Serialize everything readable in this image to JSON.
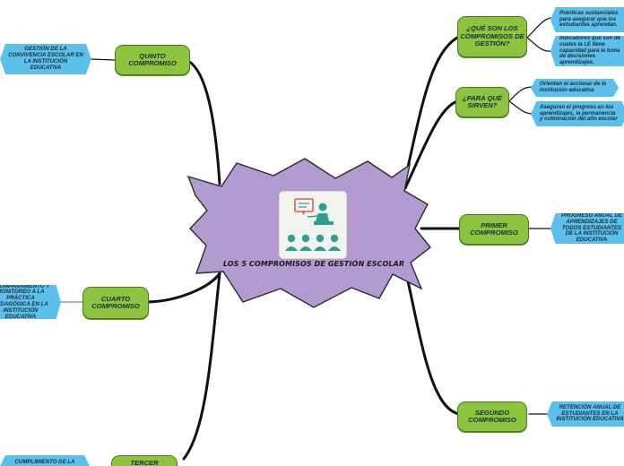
{
  "center": {
    "title": "LOS 5 COMPROMISOS DE GESTIÓN ESCOLAR",
    "icon": "presentation-teacher-audience-icon"
  },
  "colors": {
    "star_fill": "#b39ad1",
    "star_stroke": "#2b2b2b",
    "topic_fill": "#8dc43f",
    "leaf_fill": "#5bc0eb",
    "line": "#111111"
  },
  "topics": {
    "que_son": {
      "label": "¿QUÉ SON LOS COMPROMISOS DE GESTIÓN?"
    },
    "para_que": {
      "label": "¿PARA QUÉ SIRVEN?"
    },
    "primero": {
      "label": "PRIMER COMPROMISO"
    },
    "segundo": {
      "label": "SEGUNDO COMPROMISO"
    },
    "quinto": {
      "label": "QUINTO COMPROMISO"
    },
    "cuarto": {
      "label": "CUARTO COMPROMISO"
    },
    "tercero": {
      "label": "TERCER"
    }
  },
  "leaves": {
    "que_son_1": "Prácticas sustanciales para asegurar que los estudiantes aprendan.",
    "que_son_2": "Indicadores que son de cuales la I.E tiene capacidad para la toma de decisiones aprendizajes.",
    "para_que_1": "Orientan el accionar de la institución educativa",
    "para_que_2": "Aseguran el progreso en los aprendizajes, la permanencia y culminación del año escolar",
    "primero_1": "PROGRESO ANUAL DE APRENDIZAJES DE TODOS ESTUDIANTES DE LA INSTITUCIÓN EDUCATIVA",
    "segundo_1": "RETENCIÓN ANUAL DE ESTUDIANTES EN LA INSTITUCIÓN EDUCATIVA",
    "quinto_1": "GESTIÓN DE LA CONVIVENCIA ESCOLAR EN LA INSTITUCIÓN EDUCATIVA",
    "cuarto_1": "ACOMPAÑAMIENTO Y MONITOREO A LA PRÁCTICA PEDAGÓGICA EN LA INSTITUCIÓN EDUCATIVA",
    "tercero_1": "CUMPLIMIENTO DE LA"
  }
}
